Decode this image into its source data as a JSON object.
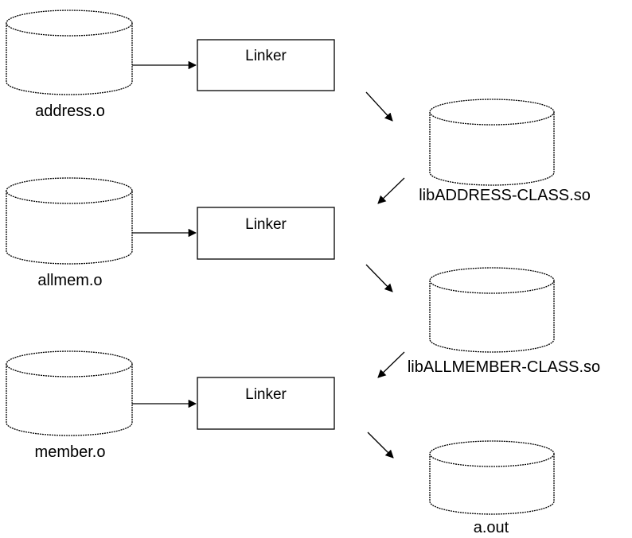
{
  "colors": {
    "stroke": "#000000",
    "fill": "#ffffff"
  },
  "inputs": [
    {
      "label": "address.o",
      "linker": "Linker"
    },
    {
      "label": "allmem.o",
      "linker": "Linker"
    },
    {
      "label": "member.o",
      "linker": "Linker"
    }
  ],
  "outputs": [
    {
      "label": "libADDRESS-CLASS.so"
    },
    {
      "label": "libALLMEMBER-CLASS.so"
    },
    {
      "label": "a.out"
    }
  ]
}
